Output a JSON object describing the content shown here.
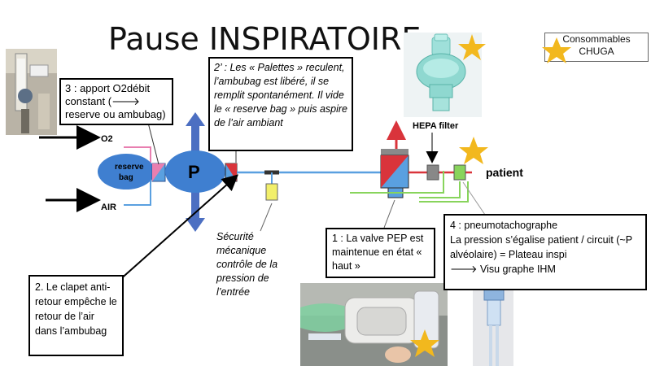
{
  "title": "Pause INSPIRATOIRE",
  "consumables_label": "Consommables CHUGA",
  "diagram_labels": {
    "o2": "O2",
    "air": "AIR",
    "reserve_bag": "reserve bag",
    "p": "P",
    "hepa": "HEPA filter",
    "patient": "patient"
  },
  "callouts": {
    "step3": "3 : apport O2débit constant (🡒 reserve ou ambubag)",
    "step2prime": "2’ : Les « Palettes » reculent, l’ambubag est libéré, il se remplit spontanément. Il vide le « reserve bag » puis aspire de l’air ambiant",
    "step2": "2. Le clapet anti-retour empêche le retour de l’air dans l’ambubag",
    "securite": "Sécurité mécanique contrôle de la pression de l’entrée",
    "step1": "1 : La valve PEP est maintenue en état « haut »",
    "step4_title": "4 : pneumotachographe",
    "step4_line1": "La pression s’égalise patient / circuit (~P alvéolaire) = Plateau inspi",
    "step4_line2": "🡒 Visu graphe IHM"
  },
  "colors": {
    "line_blue": "#5aa0e0",
    "bag_blue": "#3f7fd0",
    "valve_red": "#d9343b",
    "pink": "#e87fb0",
    "arrow_blue": "#4c6fc2",
    "star": "#f2b81e",
    "green_sensor": "#88d45c",
    "safety_yellow": "#f2ef6a"
  }
}
